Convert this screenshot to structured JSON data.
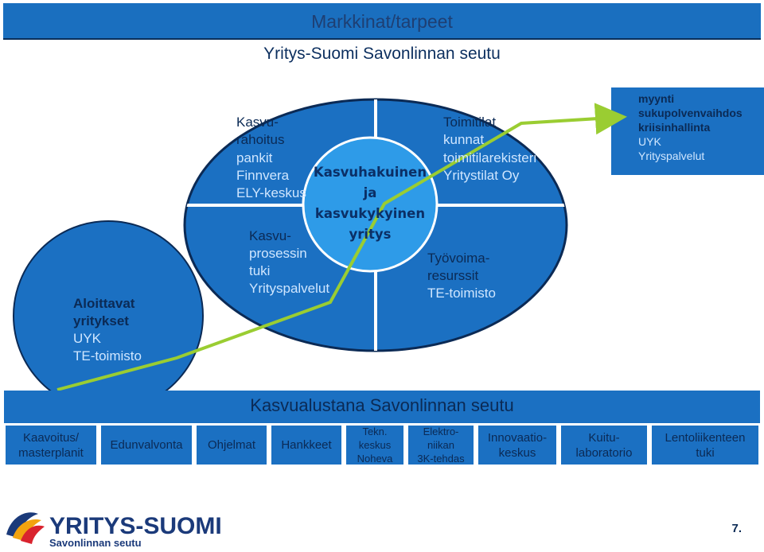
{
  "title": "Markkinat/tarpeet",
  "subtitle": "Yritys-Suomi Savonlinnan seutu",
  "left_bubble": {
    "line1": "Aloittavat",
    "line2": "yritykset",
    "line3": "UYK",
    "line4": "TE-toimisto"
  },
  "quadrants": {
    "top_left": {
      "line1": "Kasvu-",
      "line2": "rahoitus",
      "line3": "pankit",
      "line4": "Finnvera",
      "line5": "ELY-keskus"
    },
    "bottom_left": {
      "line1": "Kasvu-",
      "line2": "prosessin",
      "line3": "tuki",
      "line4": "Yrityspalvelut"
    },
    "top_right": {
      "line1": "Toimitilat",
      "line2": "kunnat",
      "line3": "toimitilarekisteri",
      "line4": "Yritystilat Oy"
    },
    "bottom_right": {
      "line1": "Työvoima-",
      "line2": "resurssit",
      "line3": "TE-toimisto"
    }
  },
  "center": {
    "line1": "Kasvuhakuinen",
    "line2": "ja",
    "line3": "kasvukykyinen",
    "line4": "yritys"
  },
  "right_box": {
    "line1": "myynti",
    "line2": "sukupolvenvaihdos",
    "line3": "kriisinhallinta",
    "line4": "UYK",
    "line5": "Yrityspalvelut"
  },
  "band_label": "Kasvualustana Savonlinnan seutu",
  "bottom_row": [
    {
      "l1": "Kaavoitus/",
      "l2": "masterplanit",
      "l3": ""
    },
    {
      "l1": "Edunvalvonta",
      "l2": "",
      "l3": ""
    },
    {
      "l1": "Ohjelmat",
      "l2": "",
      "l3": ""
    },
    {
      "l1": "Hankkeet",
      "l2": "",
      "l3": ""
    },
    {
      "l1": "Tekn.",
      "l2": "keskus",
      "l3": "Noheva"
    },
    {
      "l1": "Elektro-",
      "l2": "niikan",
      "l3": "3K-tehdas"
    },
    {
      "l1": "Innovaatio-",
      "l2": "keskus",
      "l3": ""
    },
    {
      "l1": "Kuitu-",
      "l2": "laboratorio",
      "l3": ""
    },
    {
      "l1": "Lentoliikenteen",
      "l2": "tuki",
      "l3": ""
    }
  ],
  "logo": {
    "name": "YRITYS-SUOMI",
    "sub": "Savonlinnan seutu"
  },
  "page_number": "7.",
  "colors": {
    "blue": "#1b70c2",
    "dark_text": "#0b2a55",
    "light_text": "#cfe6ff",
    "arrow": "#9acd32"
  }
}
